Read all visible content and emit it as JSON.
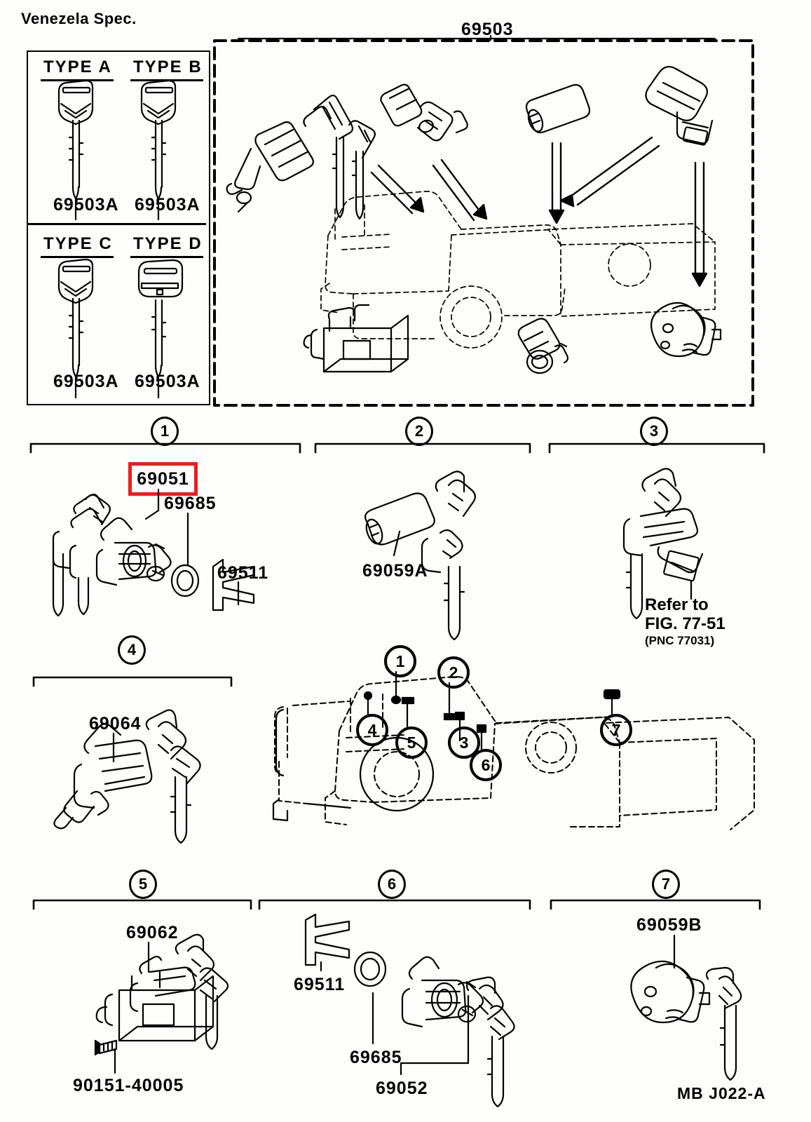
{
  "page": {
    "venezuela_note": "Venezela Spec.",
    "main_assembly_number": "69503",
    "footer_code": "MB J022-A"
  },
  "key_types": [
    {
      "type_label": "TYPE A",
      "part_number": "69503A",
      "head_style": "chevron"
    },
    {
      "type_label": "TYPE B",
      "part_number": "69503A",
      "head_style": "chevron"
    },
    {
      "type_label": "TYPE C",
      "part_number": "69503A",
      "head_style": "chevron"
    },
    {
      "type_label": "TYPE D",
      "part_number": "69503A",
      "head_style": "flat"
    }
  ],
  "callouts": {
    "one": "1",
    "two": "2",
    "three": "3",
    "four": "4",
    "five": "5",
    "six": "6",
    "seven": "7"
  },
  "sections": [
    {
      "number": "1",
      "parts": [
        {
          "part_number": "69051",
          "highlighted": true
        },
        {
          "part_number": "69685",
          "highlighted": false
        },
        {
          "part_number": "69511",
          "highlighted": false
        }
      ]
    },
    {
      "number": "2",
      "parts": [
        {
          "part_number": "69059A",
          "highlighted": false
        }
      ]
    },
    {
      "number": "3",
      "parts": [],
      "reference": {
        "line1": "Refer to",
        "line2": "FIG. 77-51",
        "line3": "(PNC 77031)"
      }
    },
    {
      "number": "4",
      "parts": [
        {
          "part_number": "69064",
          "highlighted": false
        }
      ]
    },
    {
      "number": "5",
      "parts": [
        {
          "part_number": "69062",
          "highlighted": false
        },
        {
          "part_number": "90151-40005",
          "highlighted": false
        }
      ]
    },
    {
      "number": "6",
      "parts": [
        {
          "part_number": "69511",
          "highlighted": false
        },
        {
          "part_number": "69685",
          "highlighted": false
        },
        {
          "part_number": "69052",
          "highlighted": false
        }
      ]
    },
    {
      "number": "7",
      "parts": [
        {
          "part_number": "69059B",
          "highlighted": false
        }
      ]
    }
  ],
  "vehicle_callouts": [
    "1",
    "2",
    "3",
    "4",
    "5",
    "6",
    "7"
  ],
  "colors": {
    "ink": "#000000",
    "paper": "#fdfdfb",
    "highlight": "#ee1c1c"
  }
}
